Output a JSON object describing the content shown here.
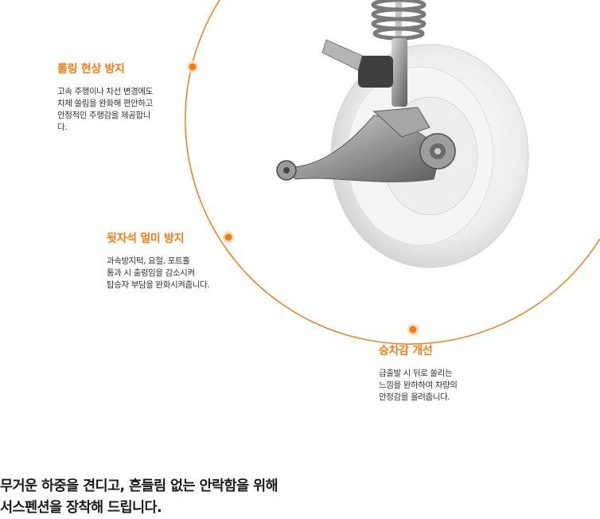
{
  "features": [
    {
      "title": "롤링 현상 방지",
      "lines": [
        "고속 주행이나 차선 변경에도",
        "차체 쏠림을 완화해 편안하고",
        "안정적인 주행감을 제공합니",
        "다."
      ]
    },
    {
      "title": "뒷자석 멀미 방지",
      "lines": [
        "과속방지턱, 요철, 포트홀",
        "통과 시 출렁임을 감소시켜",
        "탑승자 부담을 완화시켜줍니다."
      ]
    },
    {
      "title": "승차감 개선",
      "lines": [
        "급출발 시 뒤로 쏠리는",
        "느낌을 완하하여 차량의",
        "안정감을 올려줍니다."
      ]
    }
  ],
  "headline": {
    "line1": "무거운 하중을 견디고, 흔들림 없는 안락함을 위해",
    "line2": "서스펜션을 장착해 드립니다."
  },
  "colors": {
    "accent": "#f47b16",
    "arc": "#f47b16",
    "tire": "#ececec",
    "metal": "#8a8a8a"
  },
  "illustration": "front-suspension-with-wheel"
}
